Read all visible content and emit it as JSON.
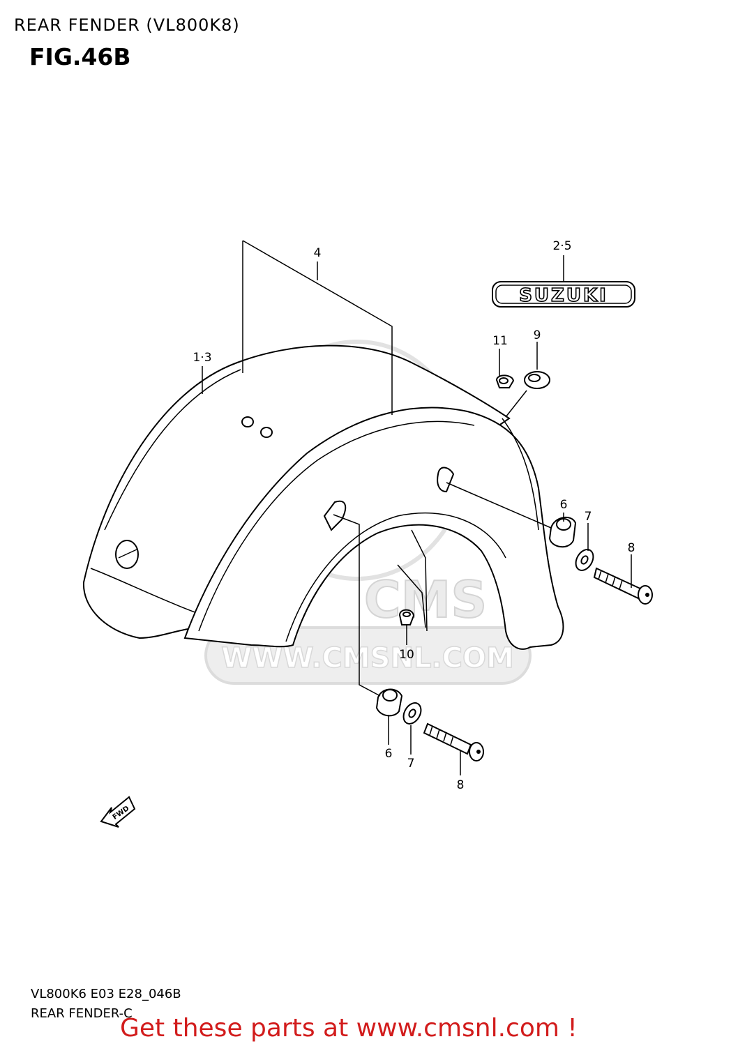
{
  "title": "REAR FENDER (VL800K8)",
  "figure": "FIG.46B",
  "callouts": {
    "c4": "4",
    "c25": "2·5",
    "c13": "1·3",
    "c11": "11",
    "c9": "9",
    "c6a": "6",
    "c7a": "7",
    "c8a": "8",
    "c10": "10",
    "c6b": "6",
    "c7b": "7",
    "c8b": "8"
  },
  "emblem_text": "SUZUKI",
  "fwd_text": "FWD",
  "watermark_url": "WWW.CMSNL.COM",
  "watermark_logo": "CMS",
  "footer": {
    "code": "VL800K6 E03 E28_046B",
    "name": "REAR FENDER-C",
    "cta": "Get these parts at www.cmsnl.com !"
  }
}
